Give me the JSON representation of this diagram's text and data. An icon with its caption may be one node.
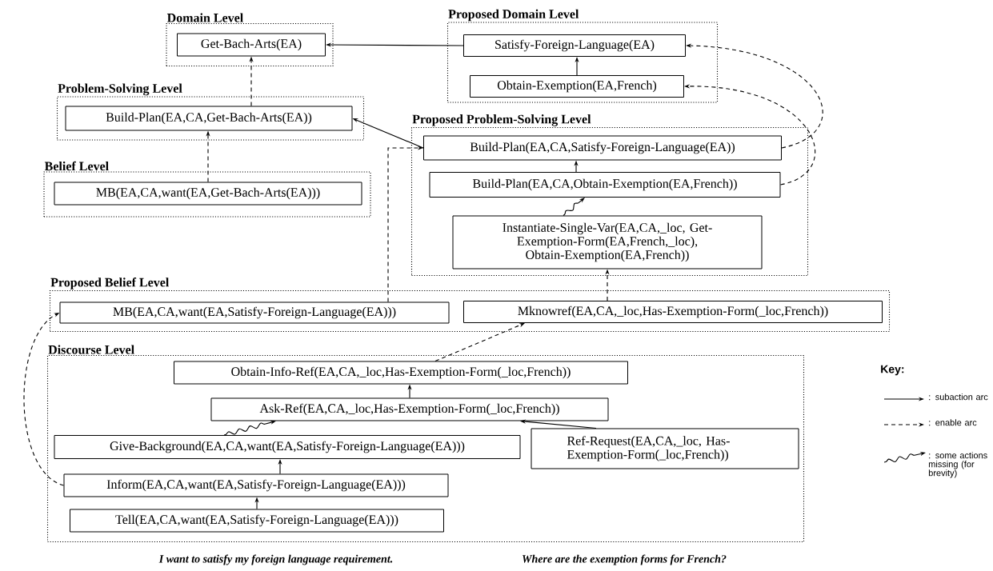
{
  "diagram": {
    "nodes": [
      {
        "text": [
          "Domain Level"
        ]
      },
      {
        "text": [
          "Get-Bach-Arts(EA)"
        ],
        "in": 0
      },
      {
        "text": [
          "Proposed Domain Level"
        ]
      },
      {
        "text": [
          "Satisfy-Foreign-Language(EA)"
        ],
        "in": 2
      },
      {
        "text": [
          "Obtain-Exemption(EA,French)"
        ],
        "in": 2
      },
      {
        "text": [
          "Problem-Solving Level"
        ]
      },
      {
        "text": [
          "Build-Plan(EA,CA,Get-Bach-Arts(EA))"
        ],
        "in": 5
      },
      {
        "text": [
          "Proposed Problem-Solving Level"
        ]
      },
      {
        "text": [
          "Build-Plan(EA,CA,Satisfy-Foreign-Language(EA))"
        ],
        "in": 7
      },
      {
        "text": [
          "Build-Plan(EA,CA,Obtain-Exemption(EA,French))"
        ],
        "in": 7
      },
      {
        "text": [
          "Instantiate-Single-Var(EA,CA,_loc, Get-Exemption-Form(EA,French,_loc), Obtain-Exemption(EA,French))"
        ],
        "in": 7
      },
      {
        "text": [
          "Belief Level"
        ]
      },
      {
        "text": [
          "MB(EA,CA,want(EA,Get-Bach-Arts(EA)))"
        ],
        "in": 11
      },
      {
        "text": [
          "Proposed Belief Level"
        ]
      },
      {
        "text": [
          "MB(EA,CA,want(EA,Satisfy-Foreign-Language(EA)))"
        ],
        "in": 13
      },
      {
        "text": [
          "Mknowref(EA,CA,_loc,Has-Exemption-Form(_loc,French))"
        ],
        "in": 13
      },
      {
        "text": [
          "Discourse Level"
        ]
      },
      {
        "text": [
          "Obtain-Info-Ref(EA,CA,_loc,Has-Exemption-Form(_loc,French))"
        ],
        "in": 16
      },
      {
        "text": [
          "Ask-Ref(EA,CA,_loc,Has-Exemption-Form(_loc,French))"
        ],
        "in": 16
      },
      {
        "text": [
          "Give-Background(EA,CA,want(EA,Satisfy-Foreign-Language(EA)))"
        ],
        "in": 16
      },
      {
        "text": [
          "Ref-Request(EA,CA,_loc, Has-Exemption-Form(_loc,French))"
        ],
        "in": 16
      },
      {
        "text": [
          "Inform(EA,CA,want(EA,Satisfy-Foreign-Language(EA)))"
        ],
        "in": 16
      },
      {
        "text": [
          "Tell(EA,CA,want(EA,Satisfy-Foreign-Language(EA)))"
        ],
        "in": 16
      }
    ],
    "edges": [
      {
        "from": 3,
        "to": 1,
        "arrow": "to"
      },
      {
        "from": 4,
        "to": 3,
        "arrow": "to"
      },
      {
        "from": 6,
        "to": 1,
        "arrow": "to",
        "style": "dashed"
      },
      {
        "from": 12,
        "to": 6,
        "arrow": "to",
        "style": "dashed"
      },
      {
        "from": 8,
        "to": 6,
        "arrow": "to"
      },
      {
        "from": 9,
        "to": 8,
        "arrow": "to"
      },
      {
        "from": 10,
        "to": 9,
        "arrow": "to"
      },
      {
        "from": 8,
        "to": 3,
        "arrow": "to",
        "style": "dashed"
      },
      {
        "from": 9,
        "to": 4,
        "arrow": "to",
        "style": "dashed"
      },
      {
        "from": 14,
        "to": 8,
        "arrow": "to",
        "style": "dashed"
      },
      {
        "from": 15,
        "to": 10,
        "arrow": "to",
        "style": "dashed"
      },
      {
        "from": 17,
        "to": 15,
        "arrow": "to",
        "style": "dashed"
      },
      {
        "from": 18,
        "to": 17,
        "arrow": "to"
      },
      {
        "from": 20,
        "to": 18,
        "arrow": "to"
      },
      {
        "from": 19,
        "to": 18,
        "arrow": "to"
      },
      {
        "from": 21,
        "to": 19,
        "arrow": "to"
      },
      {
        "from": 22,
        "to": 21,
        "arrow": "to"
      },
      {
        "from": 21,
        "to": 14,
        "arrow": "to",
        "style": "dashed"
      }
    ],
    "labels": [
      "Key:",
      "I want to satisfy my foreign language requirement.",
      "Where are the exemption forms for French?"
    ],
    "legend": [
      {
        "text": ": subaction arc"
      },
      {
        "text": ": enable arc"
      },
      {
        "text": ": some actions missing (for brevity)"
      }
    ]
  }
}
